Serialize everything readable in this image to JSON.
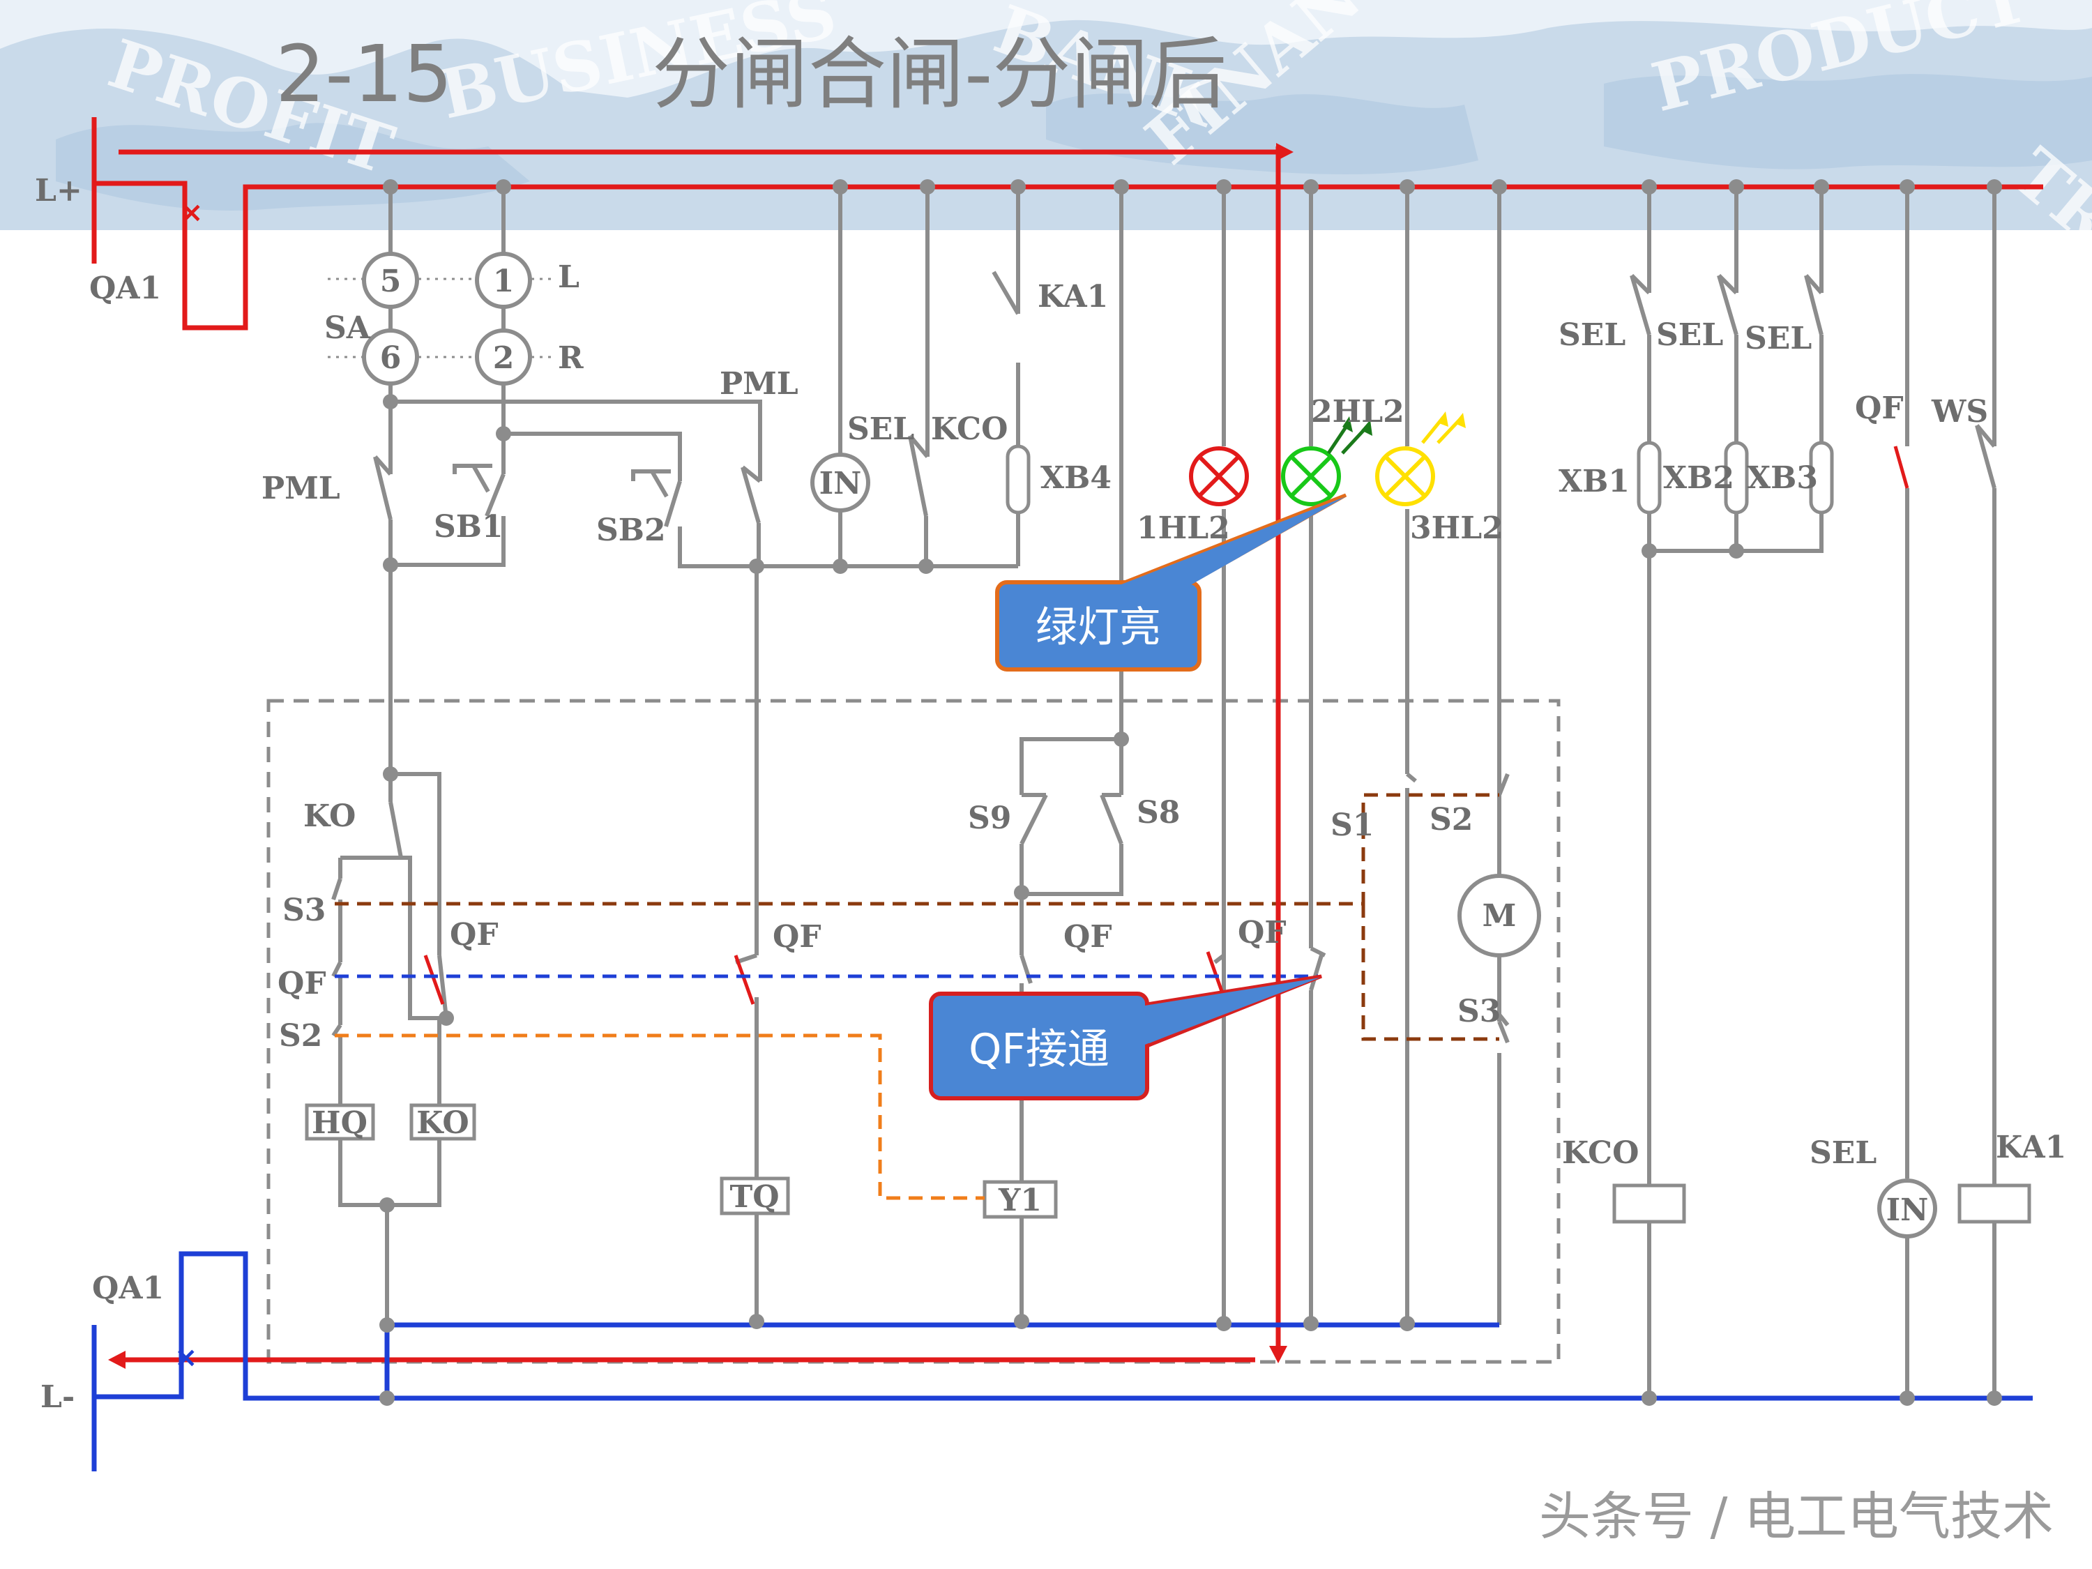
{
  "title": {
    "number": "2-15",
    "text": "分闸合闸-分闸后"
  },
  "background_words": [
    "PROFIT",
    "BUSINESS",
    "BANK",
    "FINANCE",
    "PRODUCT",
    "TRA"
  ],
  "bus": {
    "positive": "L+",
    "negative": "L-",
    "breaker_top": "QA1",
    "breaker_bottom": "QA1"
  },
  "switch_sa": {
    "name": "SA",
    "contacts": [
      "5",
      "1",
      "6",
      "2"
    ],
    "positions": [
      "L",
      "R"
    ]
  },
  "labels": {
    "pml_left": "PML",
    "pml_right": "PML",
    "sb1": "SB1",
    "sb2": "SB2",
    "sel_1": "SEL",
    "kco_1": "KCO",
    "xb4": "XB4",
    "ka1_top": "KA1",
    "in_meter": "IN",
    "hl_1": "1HL2",
    "hl_2": "2HL2",
    "hl_3": "3HL2",
    "sel_a": "SEL",
    "sel_b": "SEL",
    "sel_c": "SEL",
    "xb1": "XB1",
    "xb2": "XB2",
    "xb3": "XB3",
    "qf_right": "QF",
    "ws": "WS",
    "ko_switch": "KO",
    "s3_left": "S3",
    "qf_left": "QF",
    "s2_left": "S2",
    "qf_1": "QF",
    "qf_2": "QF",
    "qf_3": "QF",
    "qf_4": "QF",
    "s9": "S9",
    "s8": "S8",
    "s1": "S1",
    "s2_right": "S2",
    "s3_right": "S3",
    "motor": "M",
    "coil_hq": "HQ",
    "coil_ko": "KO",
    "coil_tq": "TQ",
    "coil_y1": "Y1",
    "kco_coil": "KCO",
    "sel_meter": "SEL",
    "in_meter_bottom": "IN",
    "ka1_coil": "KA1"
  },
  "callouts": {
    "green_lamp": "绿灯亮",
    "qf_closed": "QF接通"
  },
  "colors": {
    "positive_bus": "#e21a1a",
    "negative_bus": "#1e3fd6",
    "wire": "#8c8c8c",
    "callout_fill": "#4a86d4",
    "callout_border_orange": "#e36c1b",
    "callout_border_red": "#d62020",
    "dashed_brown": "#8b3a0e",
    "dashed_blue": "#1e3fd6",
    "dashed_orange": "#f07d1a",
    "lamp_red": "#e21a1a",
    "lamp_green": "#18c818",
    "lamp_yellow": "#ffe000"
  },
  "watermark": "头条号 / 电工电气技术"
}
